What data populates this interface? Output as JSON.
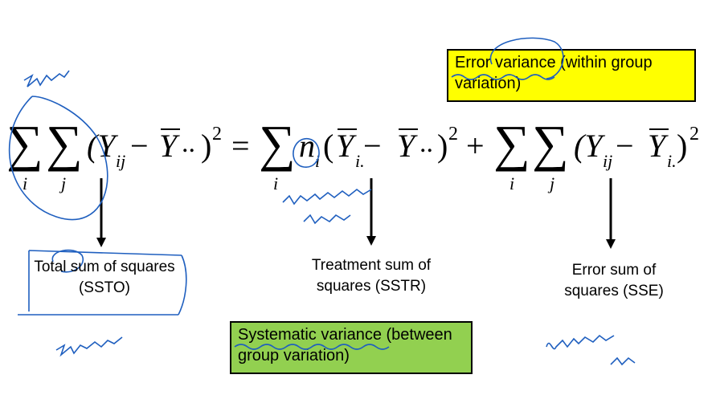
{
  "error_variance_box": {
    "text": "Error variance (within group variation)",
    "color": "#ffff00"
  },
  "systematic_variance_box": {
    "text": "Systematic variance (between group variation)",
    "color": "#92d050"
  },
  "equation": {
    "sum_symbol": "∑",
    "lhs_term": "(Y",
    "lhs_sub": "ij",
    "minus": " − ",
    "grand_mean": "Y",
    "dots": "..",
    "close_sq": ")",
    "exponent": "2",
    "equals": "=",
    "n": "n",
    "n_sub": "i",
    "group_mean_sub": "i.",
    "plus": "+",
    "index_i": "i",
    "index_j": "j"
  },
  "labels": {
    "ssto": "Total sum of squares (SSTO)",
    "sstr": "Treatment sum of squares (SSTR)",
    "sse": "Error sum of squares (SSE)"
  },
  "annotation_color": "#1f5fbf"
}
